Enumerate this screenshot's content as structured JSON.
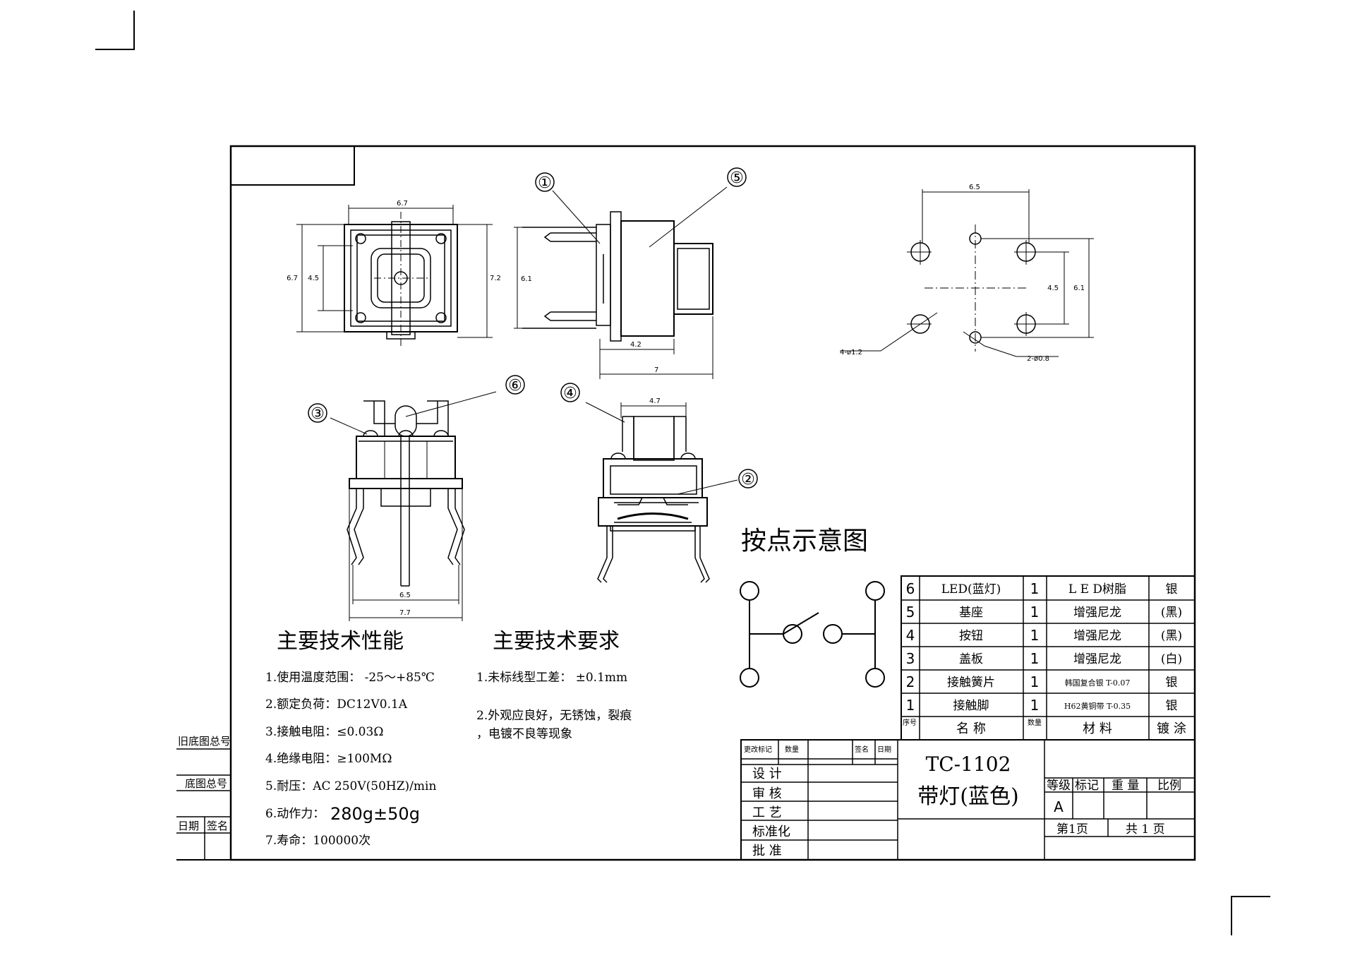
{
  "balloons": [
    "①",
    "②",
    "③",
    "④",
    "⑤",
    "⑥"
  ],
  "dims": {
    "top_width": "6.7",
    "top_height_left": "6.7",
    "top_inner": "4.5",
    "top_height_right": "7.2",
    "side_height": "6.1",
    "side_42": "4.2",
    "side_7": "7",
    "front_65": "6.5",
    "front_77": "7.7",
    "section_47": "4.7",
    "pcb_65": "6.5",
    "pcb_45": "4.5",
    "pcb_61": "6.1",
    "pcb_hole_big": "4-ø1.2",
    "pcb_hole_small": "2-ø0.8"
  },
  "schematic_title": "按点示意图",
  "performance": {
    "title": "主要技术性能",
    "items": [
      "1.使用温度范围：  -25～+85℃",
      "2.额定负荷：DC12V0.1A",
      "3.接触电阻：≤0.03Ω",
      "4.绝缘电阻：≥100MΩ",
      "5.耐压：AC 250V(50HZ)/min",
      "6.动作力：",
      "7.寿命：100000次"
    ],
    "force_value": "280g±50g"
  },
  "requirements": {
    "title": "主要技术要求",
    "items": [
      "1.未标线型工差：  ±0.1mm",
      "2.外观应良好，无锈蚀，裂痕",
      "，电镀不良等现象"
    ]
  },
  "bom": {
    "rows": [
      {
        "no": "6",
        "name": "LED(蓝灯)",
        "qty": "1",
        "material": "L E D树脂",
        "finish": "银"
      },
      {
        "no": "5",
        "name": "基座",
        "qty": "1",
        "material": "增强尼龙",
        "finish": "(黑)"
      },
      {
        "no": "4",
        "name": "按钮",
        "qty": "1",
        "material": "增强尼龙",
        "finish": "(黑)"
      },
      {
        "no": "3",
        "name": "盖板",
        "qty": "1",
        "material": "增强尼龙",
        "finish": "(白)"
      },
      {
        "no": "2",
        "name": "接触簧片",
        "qty": "1",
        "material": "韩国复合银  T-0.07",
        "finish": "银"
      },
      {
        "no": "1",
        "name": "接触脚",
        "qty": "1",
        "material": "H62黄铜带  T-0.35",
        "finish": "银"
      }
    ],
    "header": {
      "no": "序号",
      "name": "名    称",
      "qty": "数量",
      "material": "材    料",
      "finish": "镀 涂"
    }
  },
  "title_block": {
    "change_mark": "更改标记",
    "count": "数量",
    "sign": "签名",
    "date": "日期",
    "design": "设    计",
    "check": "审    核",
    "process": "工    艺",
    "standard": "标准化",
    "approve": "批    准",
    "part_no": "TC-1102",
    "part_desc": "带灯(蓝色)",
    "grade": "等级",
    "mark": "标记",
    "weight": "重 量",
    "scale": "比例",
    "grade_value": "A",
    "page": "第1页",
    "total": "共 1 页"
  },
  "margin": {
    "old_drawing_no": "旧底图总号",
    "drawing_no": "底图总号",
    "date": "日期",
    "sign": "签名"
  }
}
